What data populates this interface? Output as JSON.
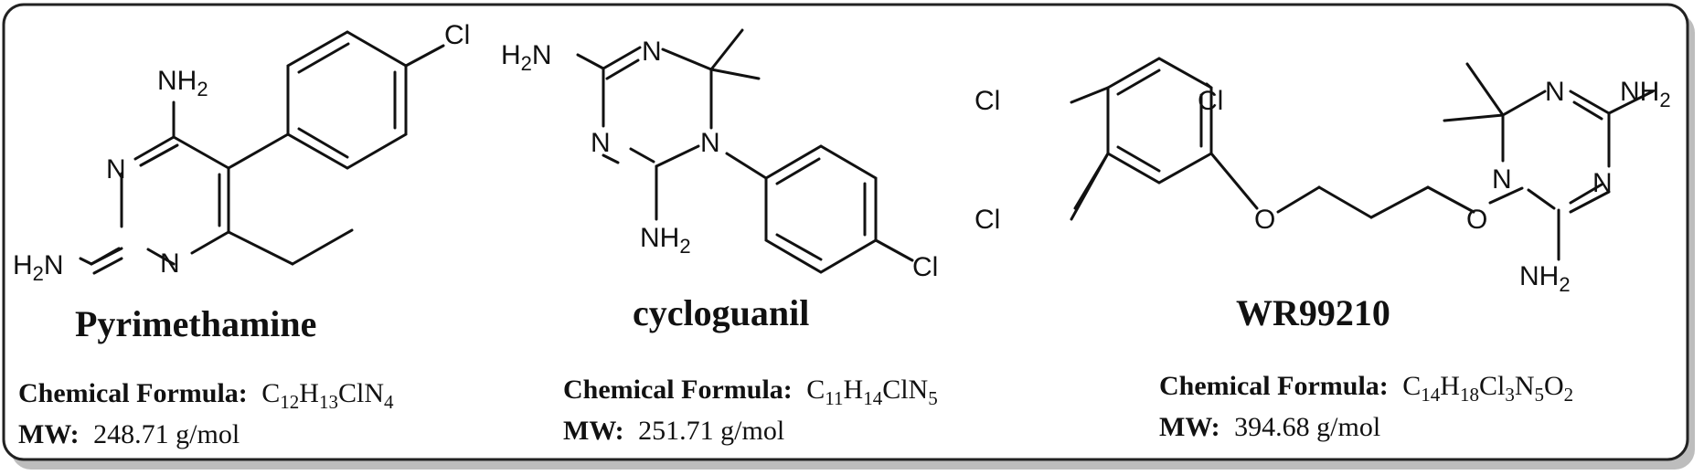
{
  "colors": {
    "ink": "#111111",
    "panel_border": "#222222",
    "shadow": "#bdbdbd",
    "background": "#ffffff"
  },
  "compounds": [
    {
      "name": "Pyrimethamine",
      "formula_label": "Chemical Formula:",
      "formula": [
        {
          "t": "C"
        },
        {
          "s": "12"
        },
        {
          "t": "H"
        },
        {
          "s": "13"
        },
        {
          "t": "ClN"
        },
        {
          "s": "4"
        }
      ],
      "mw_label": "MW:",
      "mw": "248.71 g/mol",
      "atoms": {
        "nh2_top": "NH",
        "nh2_top_sub": "2",
        "h2n": "H",
        "h2n_sub": "2",
        "h2n_n": "N",
        "n1": "N",
        "n2": "N",
        "cl": "Cl"
      }
    },
    {
      "name": "cycloguanil",
      "formula_label": "Chemical Formula:",
      "formula": [
        {
          "t": "C"
        },
        {
          "s": "11"
        },
        {
          "t": "H"
        },
        {
          "s": "14"
        },
        {
          "t": "ClN"
        },
        {
          "s": "5"
        }
      ],
      "mw_label": "MW:",
      "mw": "251.71 g/mol",
      "atoms": {
        "h2n": "H",
        "h2n_sub": "2",
        "h2n_n": "N",
        "n_top": "N",
        "n_left": "N",
        "n_ring": "N",
        "nh2": "NH",
        "nh2_sub": "2",
        "cl": "Cl"
      }
    },
    {
      "name": "WR99210",
      "formula_label": "Chemical Formula:",
      "formula": [
        {
          "t": "C"
        },
        {
          "s": "14"
        },
        {
          "t": "H"
        },
        {
          "s": "18"
        },
        {
          "t": "Cl"
        },
        {
          "s": "3"
        },
        {
          "t": "N"
        },
        {
          "s": "5"
        },
        {
          "t": "O"
        },
        {
          "s": "2"
        }
      ],
      "mw_label": "MW:",
      "mw": "394.68 g/mol",
      "atoms": {
        "cl1": "Cl",
        "cl2": "Cl",
        "cl3": "Cl",
        "o1": "O",
        "o2": "O",
        "n_top": "N",
        "n_ring": "N",
        "n_right": "N",
        "nh2_right": "NH",
        "nh2_right_sub": "2",
        "nh2_bottom": "NH",
        "nh2_bottom_sub": "2"
      }
    }
  ]
}
